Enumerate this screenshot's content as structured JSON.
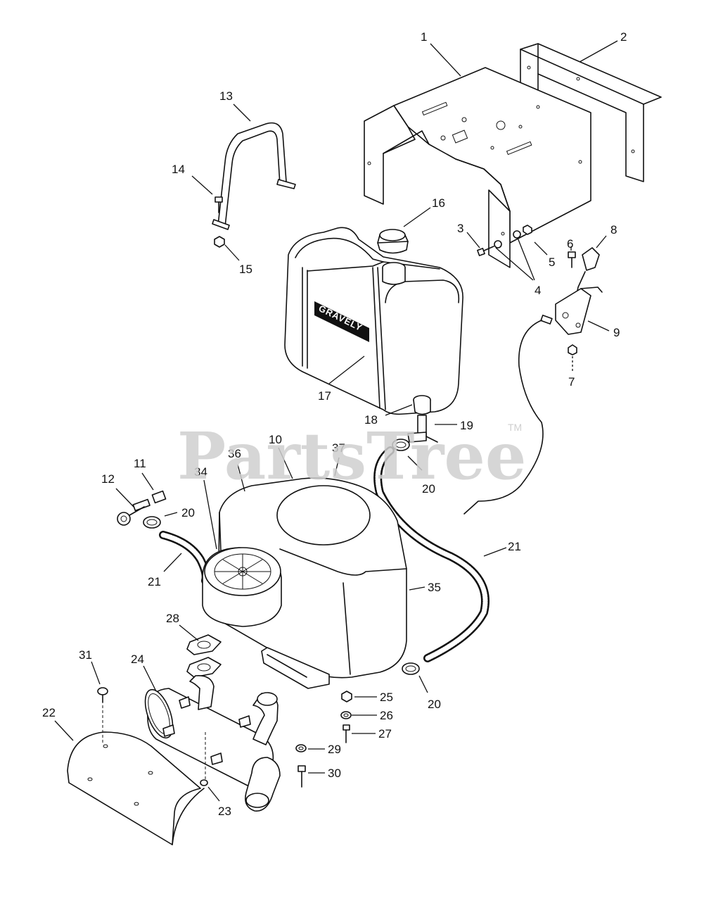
{
  "watermark": {
    "text": "PartsTree",
    "trademark": "TM"
  },
  "tank_brand": "GRAVELY",
  "callouts": [
    {
      "id": "label-1",
      "text": "1"
    },
    {
      "id": "label-2",
      "text": "2"
    },
    {
      "id": "label-13",
      "text": "13"
    },
    {
      "id": "label-14",
      "text": "14"
    },
    {
      "id": "label-15",
      "text": "15"
    },
    {
      "id": "label-16",
      "text": "16"
    },
    {
      "id": "label-3",
      "text": "3"
    },
    {
      "id": "label-5",
      "text": "5"
    },
    {
      "id": "label-4",
      "text": "4"
    },
    {
      "id": "label-6",
      "text": "6"
    },
    {
      "id": "label-8",
      "text": "8"
    },
    {
      "id": "label-9",
      "text": "9"
    },
    {
      "id": "label-7",
      "text": "7"
    },
    {
      "id": "label-17",
      "text": "17"
    },
    {
      "id": "label-18",
      "text": "18"
    },
    {
      "id": "label-19",
      "text": "19"
    },
    {
      "id": "label-10",
      "text": "10"
    },
    {
      "id": "label-36",
      "text": "36"
    },
    {
      "id": "label-37",
      "text": "37"
    },
    {
      "id": "label-34",
      "text": "34"
    },
    {
      "id": "label-11",
      "text": "11"
    },
    {
      "id": "label-12",
      "text": "12"
    },
    {
      "id": "label-20a",
      "text": "20"
    },
    {
      "id": "label-20b",
      "text": "20"
    },
    {
      "id": "label-21a",
      "text": "21"
    },
    {
      "id": "label-21b",
      "text": "21"
    },
    {
      "id": "label-35",
      "text": "35"
    },
    {
      "id": "label-28",
      "text": "28"
    },
    {
      "id": "label-24",
      "text": "24"
    },
    {
      "id": "label-31",
      "text": "31"
    },
    {
      "id": "label-22",
      "text": "22"
    },
    {
      "id": "label-25",
      "text": "25"
    },
    {
      "id": "label-26",
      "text": "26"
    },
    {
      "id": "label-27",
      "text": "27"
    },
    {
      "id": "label-29",
      "text": "29"
    },
    {
      "id": "label-30",
      "text": "30"
    },
    {
      "id": "label-23",
      "text": "23"
    },
    {
      "id": "label-20c",
      "text": "20"
    }
  ]
}
